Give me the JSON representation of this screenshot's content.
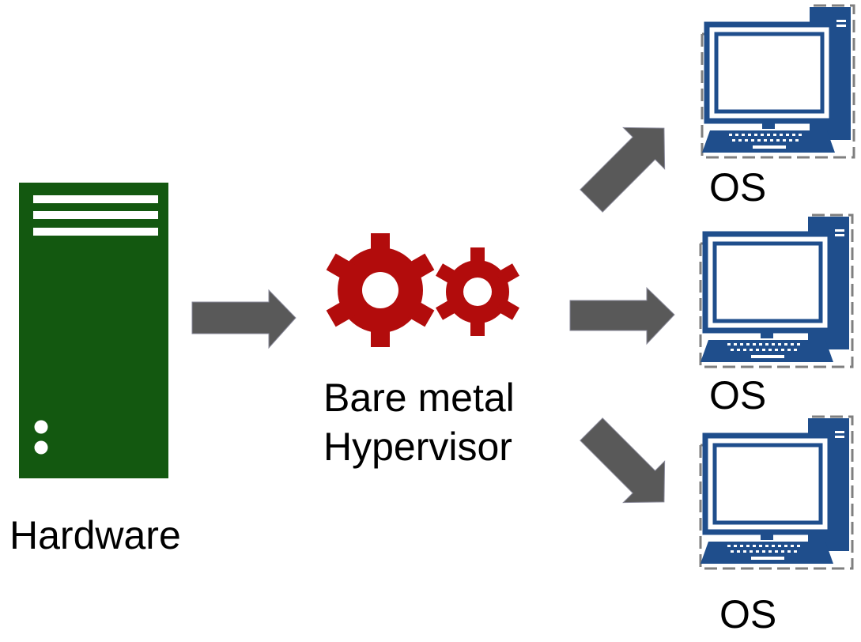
{
  "colors": {
    "server": "#135810",
    "server_detail": "#ffffff",
    "gear": "#b20c0c",
    "arrow": "#595959",
    "monitor": "#1f4e8c",
    "dash": "#7f7f7f"
  },
  "icons": [
    "server-icon",
    "gears-icon",
    "computer-icon",
    "arrow-icon"
  ],
  "nodes": {
    "hardware": {
      "label": "Hardware"
    },
    "hypervisor": {
      "line1": "Bare metal",
      "line2": "Hypervisor"
    },
    "guests": [
      {
        "label": "OS"
      },
      {
        "label": "OS"
      },
      {
        "label": "OS"
      }
    ]
  }
}
